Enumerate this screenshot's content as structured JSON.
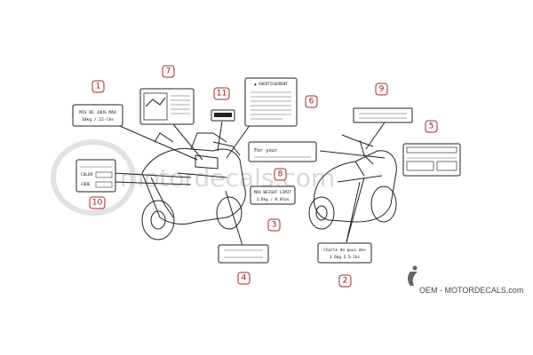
{
  "callouts": [
    {
      "id": "1",
      "label": "1"
    },
    {
      "id": "2",
      "label": "2"
    },
    {
      "id": "3",
      "label": "3"
    },
    {
      "id": "4",
      "label": "4"
    },
    {
      "id": "5",
      "label": "5"
    },
    {
      "id": "6",
      "label": "6"
    },
    {
      "id": "7",
      "label": "7"
    },
    {
      "id": "8",
      "label": "8"
    },
    {
      "id": "9",
      "label": "9"
    },
    {
      "id": "10",
      "label": "10"
    },
    {
      "id": "11",
      "label": "11"
    }
  ],
  "labels": {
    "l1": {
      "line1": "MIS DE JOUS MAX",
      "line2": "10kg / 22-lbs"
    },
    "l2": {
      "line1": "Charle de pous des",
      "line2": "1.6kg  3.5-lbs"
    },
    "l3": {
      "line1": "MAX WEIGHT LIMIT",
      "line2": "3.6kg / 8.0lbs"
    },
    "l8": {
      "line1": "For your"
    },
    "l10": {
      "line1": "COLOR",
      "line2": "CODE"
    },
    "l6": {
      "title": "▲ AVERTISSEMENT"
    }
  },
  "watermark": {
    "text": "motordecals.com"
  },
  "brand": {
    "text": "OEM - MOTORDECALS.com"
  },
  "colors": {
    "callout": "#9b2b2b",
    "ink": "#222222",
    "watermark": "#d9d9d9"
  }
}
